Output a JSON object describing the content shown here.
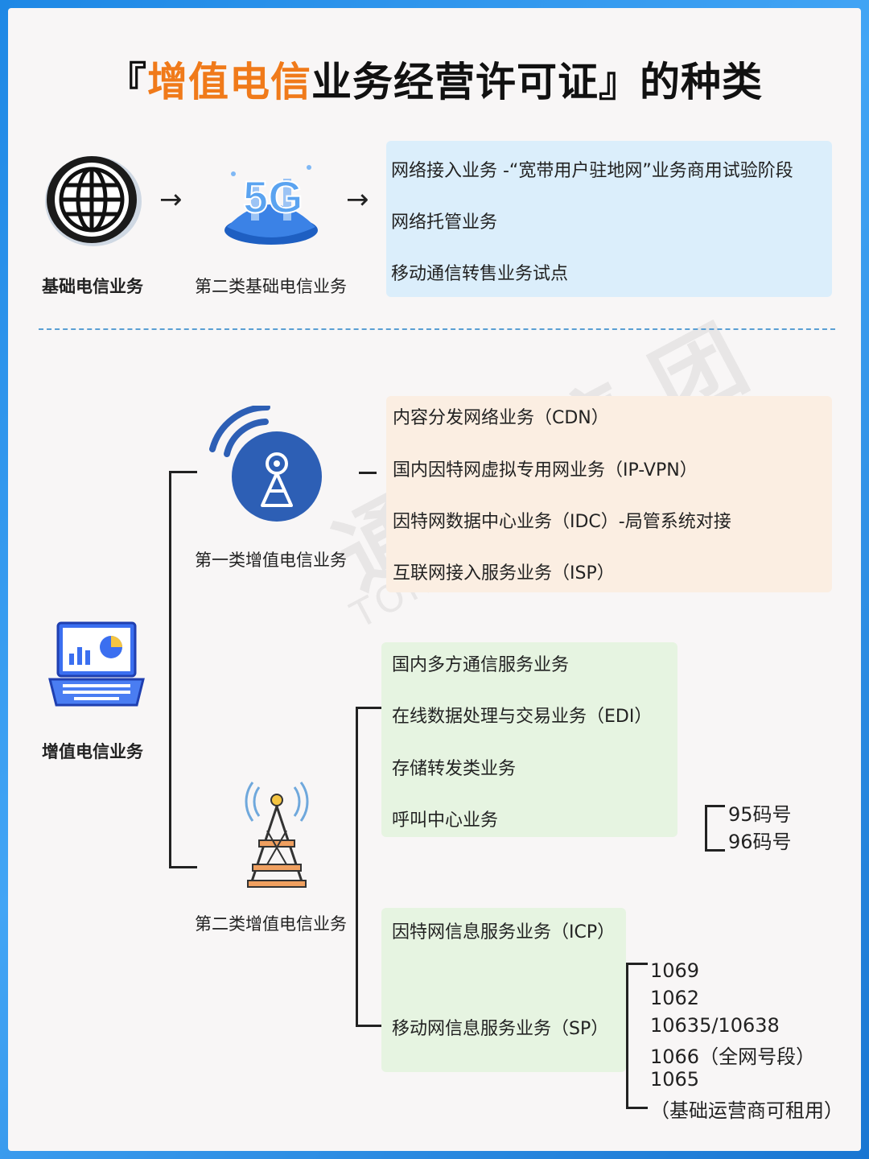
{
  "title": {
    "prefix": "『",
    "highlight": "增值电信",
    "rest": "业务经营许可证』的种类"
  },
  "colors": {
    "highlight": "#f07a1a",
    "blue_box": "#dbeefb",
    "peach_box": "#fbeee2",
    "green_box": "#e6f4e1",
    "frame": "#1e88e5"
  },
  "basic": {
    "label": "基础电信业务",
    "icon": "globe-icon",
    "arrow1": "→",
    "second_label": "第二类基础电信业务",
    "second_icon": "5g-icon",
    "arrow2": "→",
    "items": [
      "网络接入业务 -“宽带用户驻地网”业务商用试验阶段",
      "网络托管业务",
      "移动通信转售业务试点"
    ]
  },
  "value_added": {
    "label": "增值电信业务",
    "icon": "laptop-chart-icon",
    "class1": {
      "label": "第一类增值电信业务",
      "icon": "signal-tower-icon",
      "items": [
        "内容分发网络业务（CDN）",
        "国内因特网虚拟专用网业务（IP-VPN）",
        "因特网数据中心业务（IDC）-局管系统对接",
        "互联网接入服务业务（ISP）"
      ]
    },
    "class2": {
      "label": "第二类增值电信业务",
      "icon": "radio-tower-icon",
      "group1": [
        "国内多方通信服务业务",
        "在线数据处理与交易业务（EDI）",
        "存储转发类业务",
        "呼叫中心业务"
      ],
      "call_center_codes": [
        "95码号",
        "96码号"
      ],
      "group2": [
        "因特网信息服务业务（ICP）",
        "移动网信息服务业务（SP）"
      ],
      "sp_codes": [
        "1069",
        "1062",
        "10635/10638",
        "1066（全网号段）",
        "1065",
        "（基础运营商可租用）"
      ]
    }
  }
}
